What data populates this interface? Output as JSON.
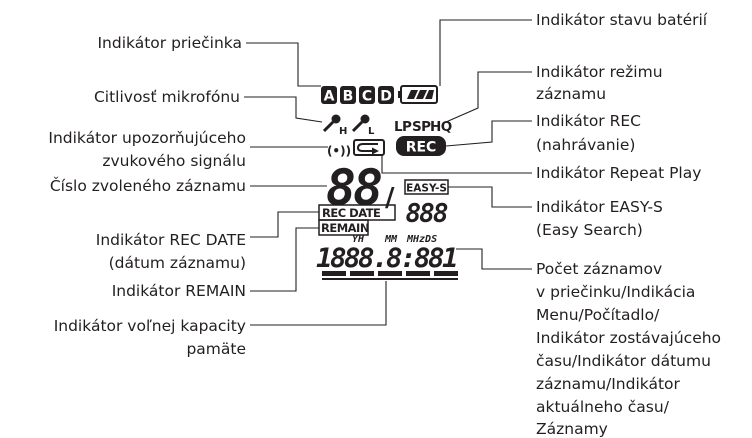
{
  "labels": {
    "folder": "Indikátor priečinka",
    "mic_sensitivity": "Citlivosť mikrofónu",
    "alarm_1": "Indikátor upozorňujúceho",
    "alarm_2": "zvukového signálu",
    "selected_number": "Číslo zvoleného záznamu",
    "rec_date_1": "Indikátor REC DATE",
    "rec_date_2": "(dátum záznamu)",
    "remain": "Indikátor REMAIN",
    "memory_1": "Indikátor voľnej kapacity",
    "memory_2": "pamäte",
    "battery": "Indikátor stavu batérií",
    "rec_mode_1": "Indikátor režimu",
    "rec_mode_2": "záznamu",
    "rec_1": "Indikátor REC",
    "rec_2": "(nahrávanie)",
    "repeat": "Indikátor Repeat Play",
    "easy_s_1": "Indikátor EASY-S",
    "easy_s_2": "(Easy Search)",
    "counter_lines": [
      "Počet záznamov",
      "v priečinku/Indikácia",
      "Menu/Počítadlo/",
      "Indikátor zostávajúceho",
      "času/Indikátor dátumu",
      "záznamu/Indikátor",
      "aktuálneho času/",
      "Záznamy"
    ]
  },
  "lcd": {
    "folders": [
      "A",
      "B",
      "C",
      "D"
    ],
    "mic_high_sub": "H",
    "mic_low_sub": "L",
    "mode_lp": "LP",
    "mode_sp": "SP",
    "mode_hq": "HQ",
    "rec_badge": "REC",
    "alarm_symbol": "(•))",
    "big_digits": "88",
    "slash": "/",
    "easy_s": "EASY-S",
    "small_digits": "888",
    "rec_date": "REC DATE",
    "remain": "REMAIN",
    "unit_yh": "YH",
    "unit_mm": "MM",
    "unit_mhzds": "MHzDS",
    "bottom_digits": "1888.8:881"
  }
}
